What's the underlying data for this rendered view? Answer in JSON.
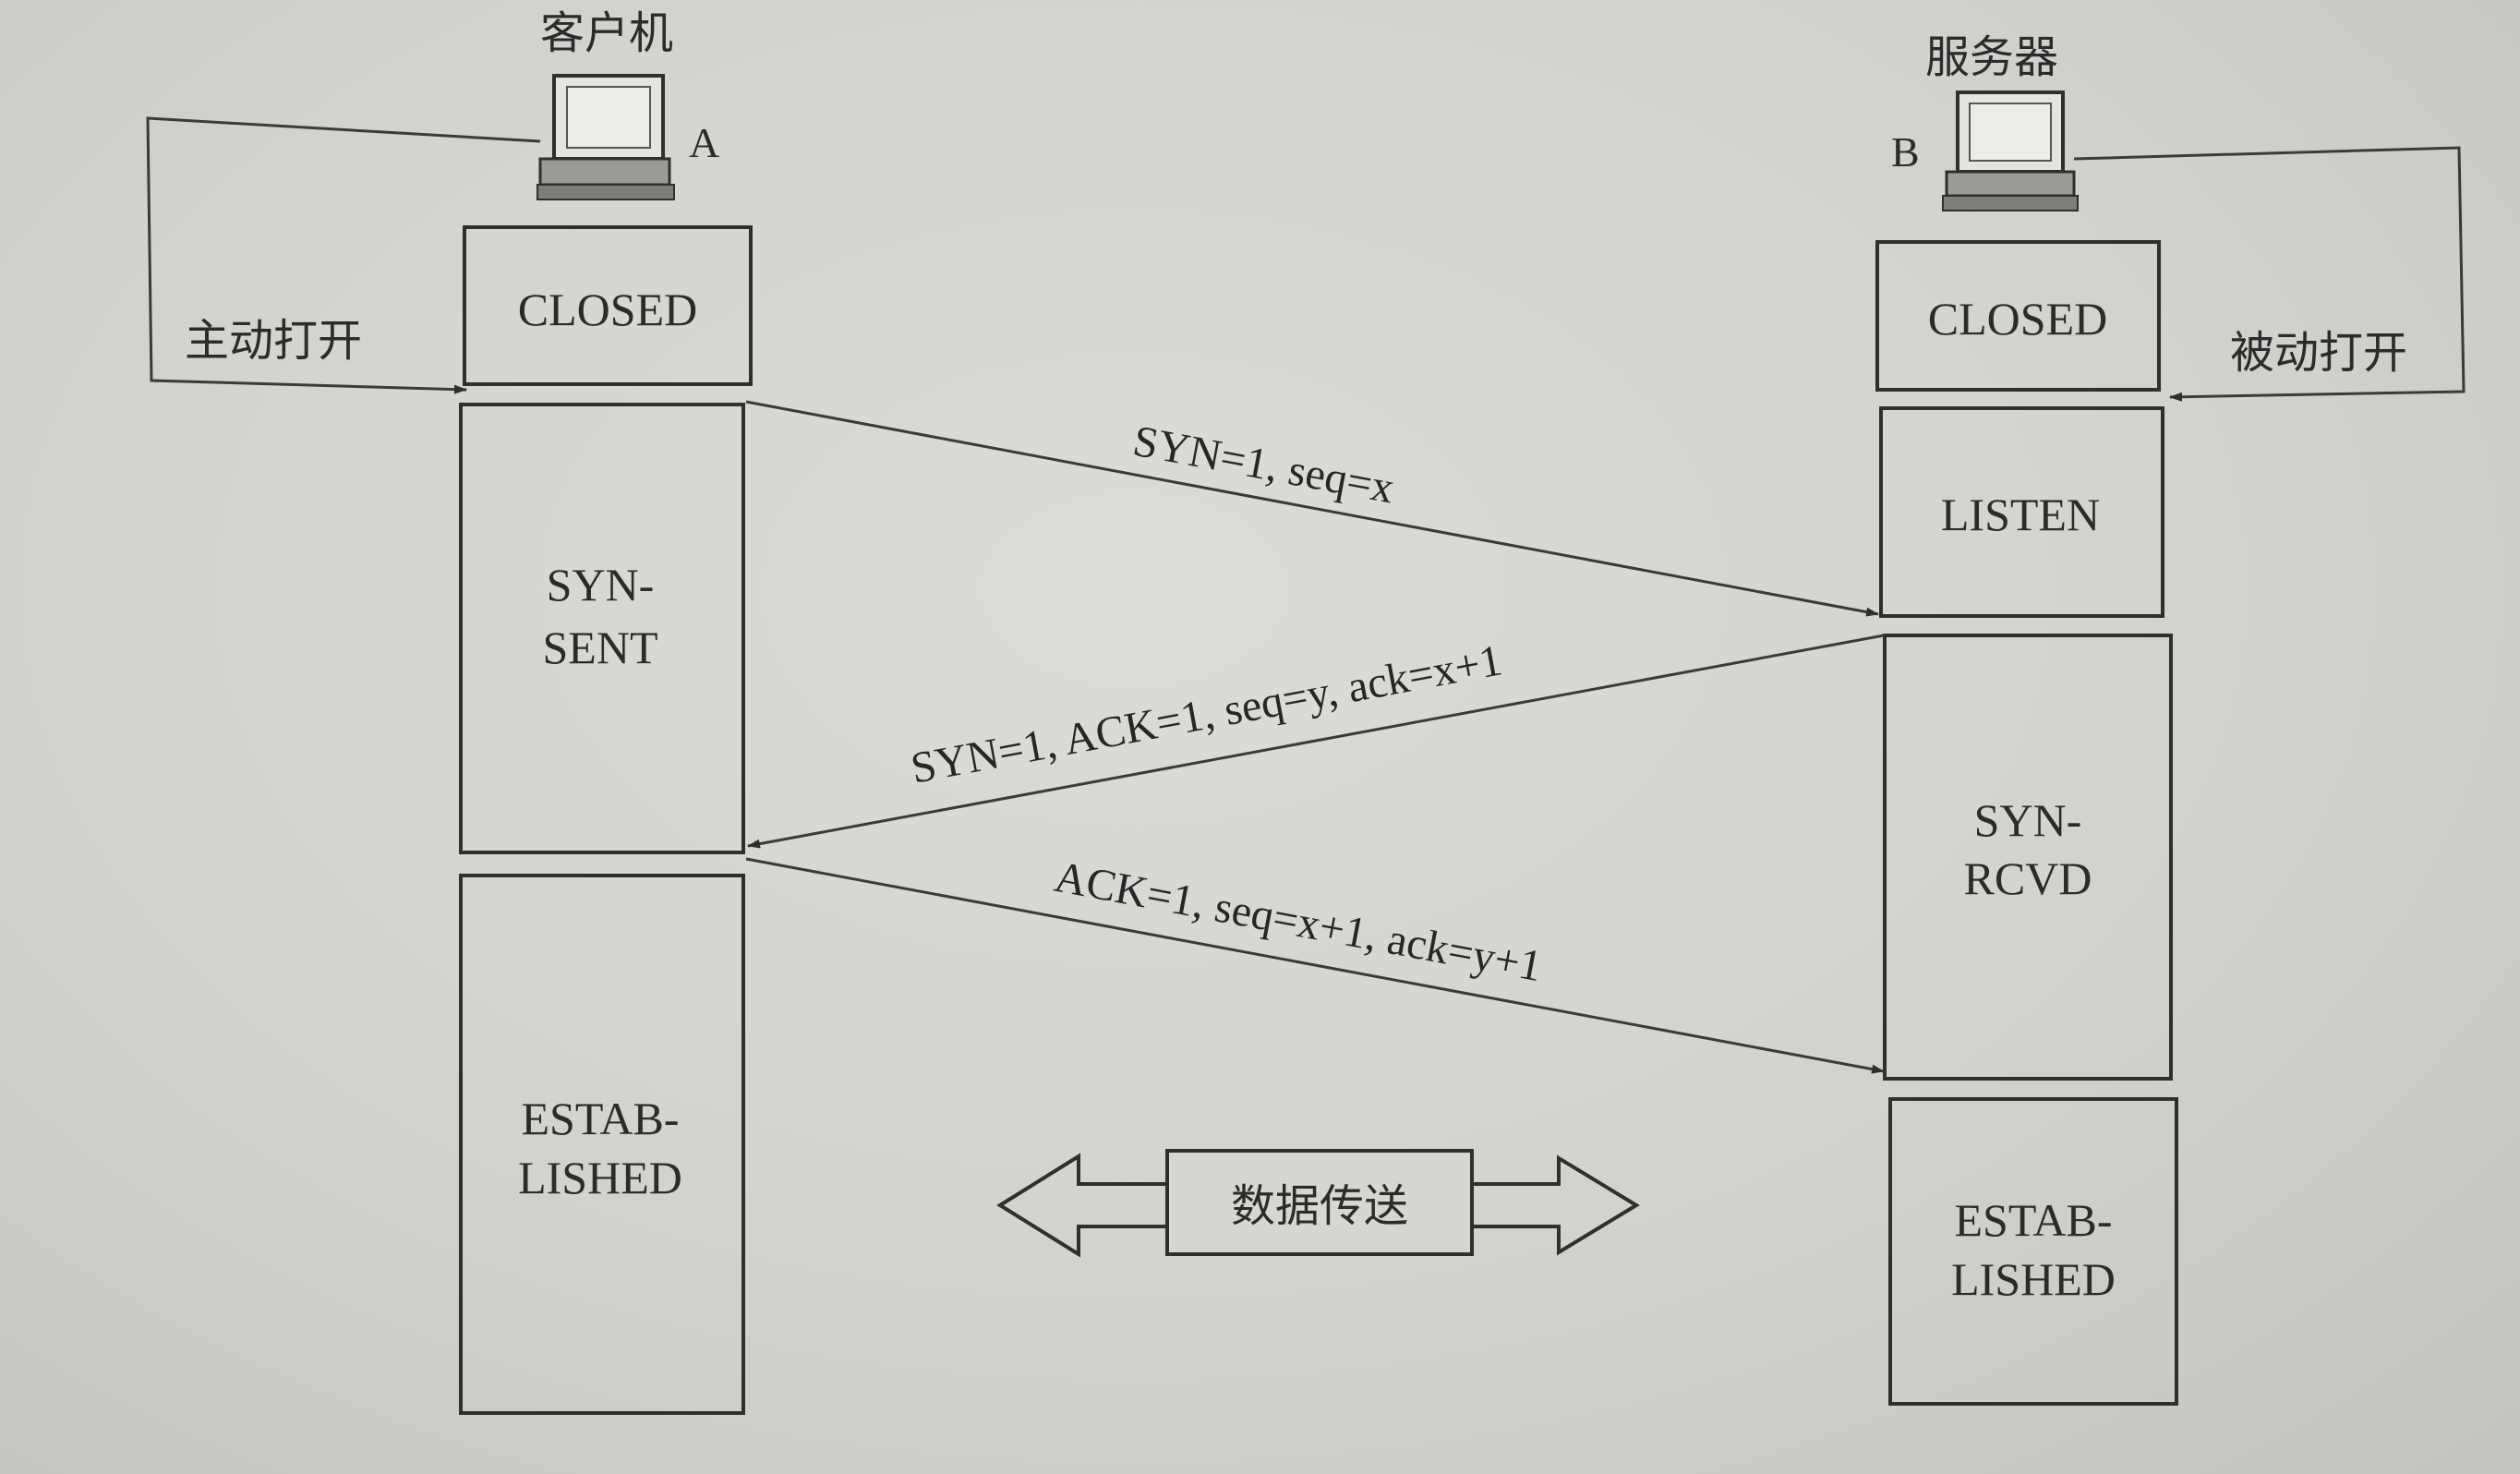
{
  "client": {
    "title": "客户机",
    "letter": "A",
    "open_label": "主动打开",
    "states": {
      "closed": "CLOSED",
      "syn_sent_line1": "SYN-",
      "syn_sent_line2": "SENT",
      "established_line1": "ESTAB-",
      "established_line2": "LISHED"
    }
  },
  "server": {
    "title": "服务器",
    "letter": "B",
    "open_label": "被动打开",
    "states": {
      "closed": "CLOSED",
      "listen": "LISTEN",
      "syn_rcvd_line1": "SYN-",
      "syn_rcvd_line2": "RCVD",
      "established_line1": "ESTAB-",
      "established_line2": "LISHED"
    }
  },
  "messages": {
    "first": "SYN=1, seq=x",
    "second": "SYN=1, ACK=1, seq=y, ack=x+1",
    "third": "ACK=1, seq=x+1, ack=y+1"
  },
  "data_transfer": "数据传送",
  "colors": {
    "paper": "#d4d4d0",
    "ink": "#2f2f2f"
  }
}
